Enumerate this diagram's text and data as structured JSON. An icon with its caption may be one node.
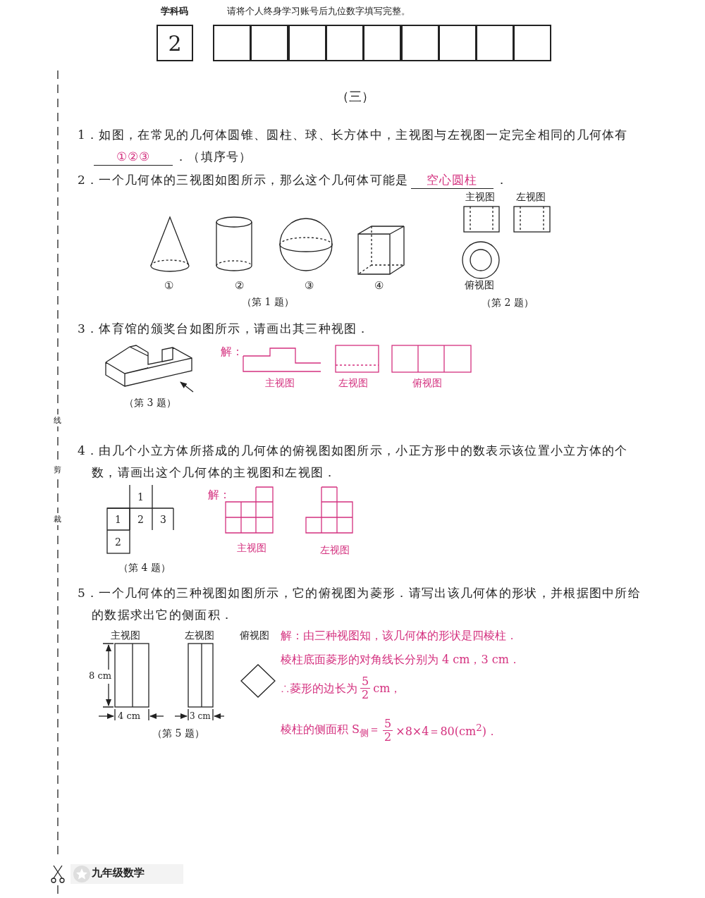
{
  "diagram": {
    "nodes": [
      {
        "text": [
          "2"
        ]
      },
      {
        "text": [],
        "shape": "box"
      },
      {
        "text": [],
        "shape": "box"
      },
      {
        "text": [],
        "shape": "box"
      },
      {
        "text": [],
        "shape": "box"
      },
      {
        "text": [],
        "shape": "box"
      },
      {
        "text": [],
        "shape": "box"
      },
      {
        "text": [],
        "shape": "box"
      },
      {
        "text": [],
        "shape": "box"
      },
      {
        "text": [],
        "shape": "box"
      }
    ],
    "edges": [],
    "labels": [
      "学科码",
      "请将个人终身学习账号后九位数字填写完整。",
      "（三）",
      "1．如图，在常见的几何体圆锥、圆柱、球、长方体中，主视图与左视图一定完全相同的几何体有",
      "①②③",
      "．（填序号）",
      "2．一个几何体的三视图如图所示，那么这个几何体可能是",
      "空心圆柱",
      "．",
      "主视图",
      "左视图",
      "①",
      "②",
      "③",
      "④",
      "俯视图",
      "（第 1 题）",
      "（第 2 题）",
      "3．体育馆的颁奖台如图所示，请画出其三种视图．",
      "解：",
      "主视图",
      "左视图",
      "俯视图",
      "（第 3 题）",
      "线",
      "剪",
      "裁",
      "4．由几个小立方体所搭成的几何体的俯视图如图所示，小正方形中的数表示该位置小立方体的个数，请画出这个几何体的主视图和左视图．",
      "1",
      "1",
      "2",
      "3",
      "2",
      "解：",
      "主视图",
      "左视图",
      "（第 4 题）",
      "5．一个几何体的三种视图如图所示，它的俯视图为菱形．请写出该几何体的形状，并根据图中所给的数据求出它的侧面积．",
      "主视图",
      "左视图",
      "俯视图",
      "8 cm",
      "4 cm",
      "3 cm",
      "（第 5 题）",
      "解：由三种视图知，该几何体的形状是四棱柱．",
      "棱柱底面菱形的对角线长分别为 4 cm，3 cm．",
      "∴菱形的边长为",
      "5",
      "2",
      "cm，",
      "棱柱的侧面积 S$_{侧}$＝",
      "5",
      "2",
      "×8×4＝80(cm$^{2}$)．",
      "九年级数学"
    ]
  }
}
